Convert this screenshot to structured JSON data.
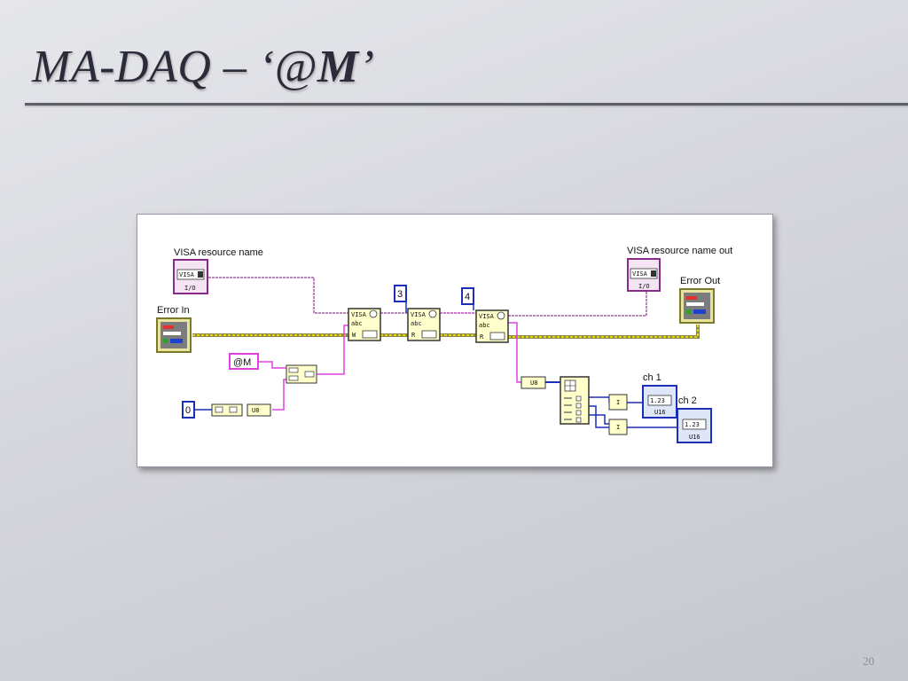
{
  "slide": {
    "title_main": "MA-DAQ – ‘@",
    "title_bold": "M",
    "title_end": "’",
    "page_number": "20"
  },
  "diagram": {
    "labels": {
      "visa_in": "VISA resource name",
      "visa_out": "VISA resource name out",
      "error_in": "Error In",
      "error_out": "Error Out",
      "ch1": "ch 1",
      "ch2": "ch 2"
    },
    "constants": {
      "at_m": "@M",
      "zero": "0",
      "three": "3",
      "four": "4"
    },
    "icon_text": {
      "visa": "VISA",
      "visa_small": "VISA",
      "io": "I/O",
      "abc": "abc",
      "write": "W",
      "read": "R",
      "u8": "U8",
      "num": "1.23",
      "u16": "U16",
      "idx": "I"
    },
    "colors": {
      "string_wire": "#e040e0",
      "error_wire": "#c8b400",
      "numeric_wire": "#1d2fb8",
      "visa_wire": "#a04ca0"
    }
  }
}
